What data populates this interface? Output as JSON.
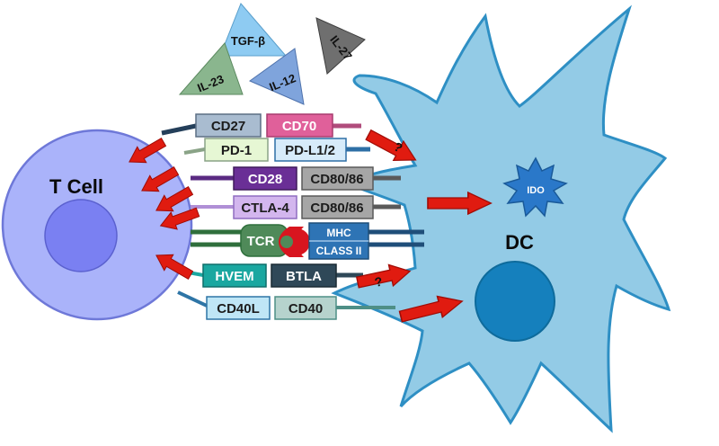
{
  "cells": {
    "t_cell": {
      "label": "T Cell"
    },
    "dc": {
      "label": "DC",
      "ido_label": "IDO"
    }
  },
  "cytokines": [
    {
      "label": "TGF-β",
      "color": "#8ecbf2"
    },
    {
      "label": "IL-23",
      "color": "#8ab68e"
    },
    {
      "label": "IL-12",
      "color": "#7fa4dc"
    },
    {
      "label": "IL-27",
      "color": "#6f6f6f"
    }
  ],
  "pairs": [
    {
      "t_side": {
        "label": "CD27",
        "fill": "#a9bcd0",
        "text": "#1c1c1c"
      },
      "dc_side": {
        "label": "CD70",
        "fill": "#e0609a",
        "text": "#ffffff"
      },
      "line_color": "#243f5a",
      "line_color_dc": "#b04c7c"
    },
    {
      "t_side": {
        "label": "PD-1",
        "fill": "#e6f7d4",
        "text": "#1c1c1c"
      },
      "dc_side": {
        "label": "PD-L1/2",
        "fill": "#d7ebfa",
        "text": "#1c1c1c"
      },
      "line_color": "#8aa387",
      "line_color_dc": "#2e6fa6"
    },
    {
      "t_side": {
        "label": "CD28",
        "fill": "#6a2f96",
        "text": "#ffffff"
      },
      "dc_side": {
        "label": "CD80/86",
        "fill": "#a6a6a6",
        "text": "#1c1c1c"
      },
      "line_color": "#5a2a82",
      "line_color_dc": "#5a5a5a"
    },
    {
      "t_side": {
        "label": "CTLA-4",
        "fill": "#d3b6ee",
        "text": "#1c1c1c"
      },
      "dc_side": {
        "label": "CD80/86",
        "fill": "#a6a6a6",
        "text": "#1c1c1c"
      },
      "line_color": "#b08fd6",
      "line_color_dc": "#5a5a5a"
    },
    {
      "t_side": {
        "label": "TCR",
        "fill": "#4f8a59",
        "text": "#ffffff"
      },
      "dc_side": {
        "label_top": "MHC",
        "label_bottom": "CLASS II",
        "fill": "#2e74b5",
        "text": "#ffffff"
      },
      "line_color": "#2f6f3c",
      "line_color_dc": "#1f4e79"
    },
    {
      "t_side": {
        "label": "HVEM",
        "fill": "#1aa7a0",
        "text": "#ffffff"
      },
      "dc_side": {
        "label": "BTLA",
        "fill": "#2f4858",
        "text": "#ffffff"
      },
      "line_color": "#1aa7a0",
      "line_color_dc": "#2f4858"
    },
    {
      "t_side": {
        "label": "CD40L",
        "fill": "#bfe6f6",
        "text": "#1c1c1c"
      },
      "dc_side": {
        "label": "CD40",
        "fill": "#b6d3cd",
        "text": "#1c1c1c"
      },
      "line_color": "#2e75a6",
      "line_color_dc": "#4e8f86"
    }
  ],
  "question_marks": [
    "?",
    "?"
  ],
  "colors": {
    "t_cell_fill": "#aab3fa",
    "t_cell_nucleus": "#7a80f2",
    "dc_fill": "#93cbe6",
    "dc_outline": "#2e8fc4",
    "dc_nucleus": "#1580bd",
    "ido_fill": "#2a78c9",
    "arrow_red": "#e01b10",
    "mhc_notch": "#d8151f"
  }
}
